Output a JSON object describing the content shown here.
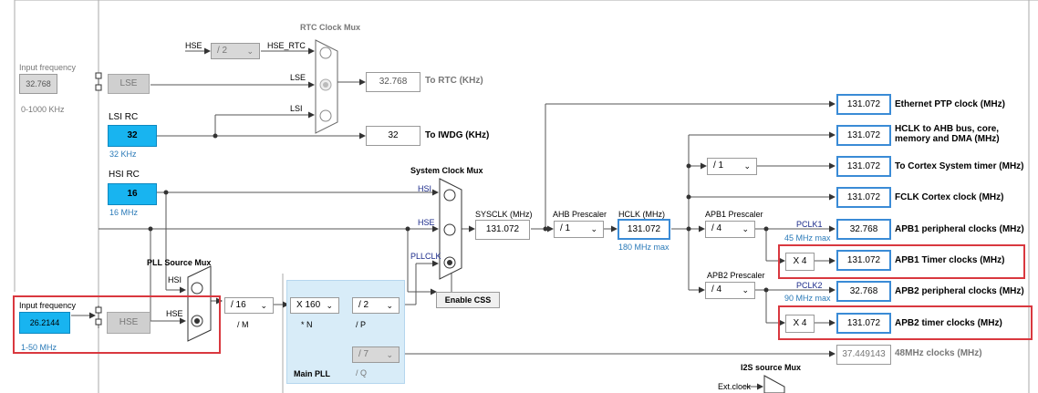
{
  "left_panel": {
    "input_freq_label": "Input frequency",
    "input_freq_value": "32.768",
    "input_freq_range": "0-1000 KHz",
    "lse_label": "LSE",
    "lsi_rc_label": "LSI RC",
    "lsi_value": "32",
    "lsi_note": "32 KHz",
    "hsi_rc_label": "HSI RC",
    "hsi_value": "16",
    "hsi_note": "16 MHz",
    "hse_input_label": "Input frequency",
    "hse_input_value": "26.2144",
    "hse_input_range": "1-50 MHz",
    "hse_label": "HSE"
  },
  "rtc": {
    "title": "RTC Clock Mux",
    "hse_in": "HSE",
    "div": "/ 2",
    "hse_rtc": "HSE_RTC",
    "lse_in": "LSE",
    "lsi_in": "LSI",
    "rtc_value": "32.768",
    "rtc_label": "To RTC (KHz)",
    "iwdg_value": "32",
    "iwdg_label": "To IWDG (KHz)"
  },
  "pll_source": {
    "title": "PLL Source Mux",
    "hsi": "HSI",
    "hse": "HSE",
    "m_div": "/ 16",
    "m_label": "/ M"
  },
  "main_pll": {
    "title": "Main PLL",
    "n_mul": "X 160",
    "n_label": "* N",
    "p_div": "/ 2",
    "p_label": "/ P",
    "q_div": "/ 7",
    "q_label": "/ Q"
  },
  "sysclk": {
    "title": "System Clock Mux",
    "hsi": "HSI",
    "hse": "HSE",
    "pllclk": "PLLCLK",
    "enable_css": "Enable CSS",
    "sysclk_label": "SYSCLK (MHz)",
    "sysclk_value": "131.072",
    "ahb_label": "AHB Prescaler",
    "ahb_value": "/ 1",
    "hclk_label": "HCLK (MHz)",
    "hclk_value": "131.072",
    "hclk_max": "180 MHz max"
  },
  "outputs": {
    "eth_value": "131.072",
    "eth_label": "Ethernet PTP clock (MHz)",
    "hclk_ahb_value": "131.072",
    "hclk_ahb_label1": "HCLK to AHB bus, core,",
    "hclk_ahb_label2": "memory and DMA (MHz)",
    "cortex_div": "/ 1",
    "cortex_value": "131.072",
    "cortex_label": "To Cortex System timer (MHz)",
    "fclk_value": "131.072",
    "fclk_label": "FCLK Cortex clock (MHz)",
    "apb1_prescaler_label": "APB1 Prescaler",
    "apb1_div": "/ 4",
    "pclk1": "PCLK1",
    "pclk1_max": "45 MHz max",
    "apb1_periph_value": "32.768",
    "apb1_periph_label": "APB1 peripheral clocks (MHz)",
    "apb1_timer_mul": "X 4",
    "apb1_timer_value": "131.072",
    "apb1_timer_label": "APB1 Timer clocks (MHz)",
    "apb2_prescaler_label": "APB2 Prescaler",
    "apb2_div": "/ 4",
    "pclk2": "PCLK2",
    "pclk2_max": "90 MHz max",
    "apb2_periph_value": "32.768",
    "apb2_periph_label": "APB2 peripheral clocks (MHz)",
    "apb2_timer_mul": "X 4",
    "apb2_timer_value": "131.072",
    "apb2_timer_label": "APB2 timer clocks (MHz)",
    "mhz48_value": "37.449143",
    "mhz48_label": "48MHz clocks (MHz)",
    "i2s_title": "I2S source Mux",
    "ext_clock": "Ext.clock"
  },
  "colors": {
    "wire": "#555555",
    "highlight": "#d9383f",
    "output_border": "#3a8bd6",
    "source_fill": "#18b4f0"
  }
}
